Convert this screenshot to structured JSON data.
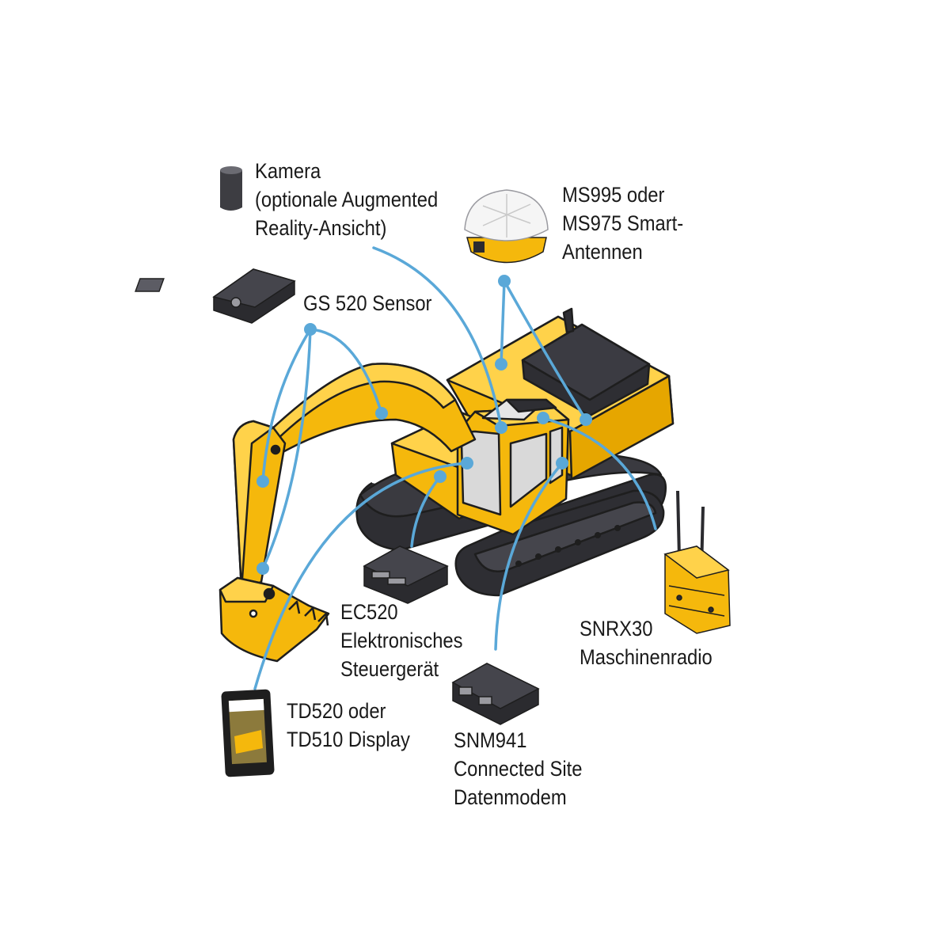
{
  "colors": {
    "machine_yellow": "#F5B80C",
    "machine_light": "#FFD24A",
    "machine_shadow": "#D99A00",
    "outline": "#1e1e1e",
    "track": "#2e2e33",
    "glass": "#d9d9d9",
    "connector": "#5aa8d8",
    "device_dark": "#2b2b2f"
  },
  "components": {
    "camera": {
      "lines": [
        "Kamera",
        "(optionale Augmented",
        "Reality-Ansicht)"
      ],
      "icon": "camera-icon"
    },
    "gs520": {
      "lines": [
        "GS 520 Sensor"
      ],
      "icon": "tilt-sensor-icon"
    },
    "ms995": {
      "lines": [
        "MS995 oder",
        "MS975 Smart-",
        "Antennen"
      ],
      "icon": "gnss-antenna-icon"
    },
    "ec520": {
      "lines": [
        "EC520",
        "Elektronisches",
        "Steuergerät"
      ],
      "icon": "control-box-icon"
    },
    "snrx30": {
      "lines": [
        "SNRX30",
        "Maschinenradio"
      ],
      "icon": "radio-icon"
    },
    "td520": {
      "lines": [
        "TD520 oder",
        "TD510 Display"
      ],
      "icon": "display-tablet-icon"
    },
    "snm941": {
      "lines": [
        "SNM941",
        "Connected Site",
        "Datenmodem"
      ],
      "icon": "modem-icon"
    }
  }
}
